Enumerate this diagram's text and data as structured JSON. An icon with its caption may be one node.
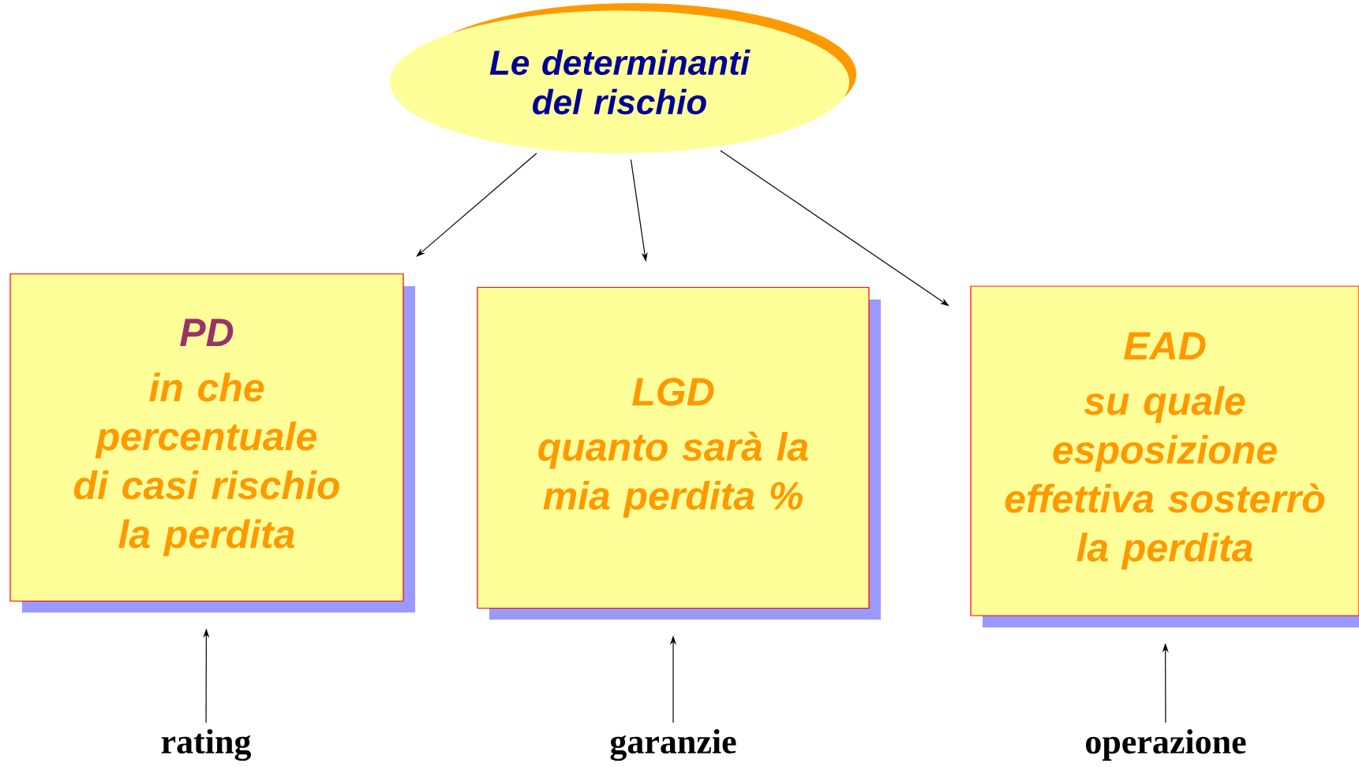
{
  "diagram": {
    "nodes": [
      {
        "text": [
          "Le determinanti del rischio"
        ]
      },
      {
        "text": [
          "PD",
          "in che percentuale di casi rischio la perdita"
        ]
      },
      {
        "text": [
          "LGD",
          "quanto sarà la mia perdita %"
        ]
      },
      {
        "text": [
          "EAD",
          "su quale esposizione effettiva sosterrò la perdita"
        ]
      },
      {
        "text": [
          "rating"
        ]
      },
      {
        "text": [
          "garanzie"
        ]
      },
      {
        "text": [
          "operazione"
        ]
      }
    ],
    "edges": [
      {
        "from": 0,
        "to": 1,
        "arrow": "to"
      },
      {
        "from": 0,
        "to": 2,
        "arrow": "to"
      },
      {
        "from": 0,
        "to": 3,
        "arrow": "to"
      },
      {
        "from": 4,
        "to": 1,
        "arrow": "to"
      },
      {
        "from": 5,
        "to": 2,
        "arrow": "to"
      },
      {
        "from": 6,
        "to": 3,
        "arrow": "to"
      }
    ]
  }
}
